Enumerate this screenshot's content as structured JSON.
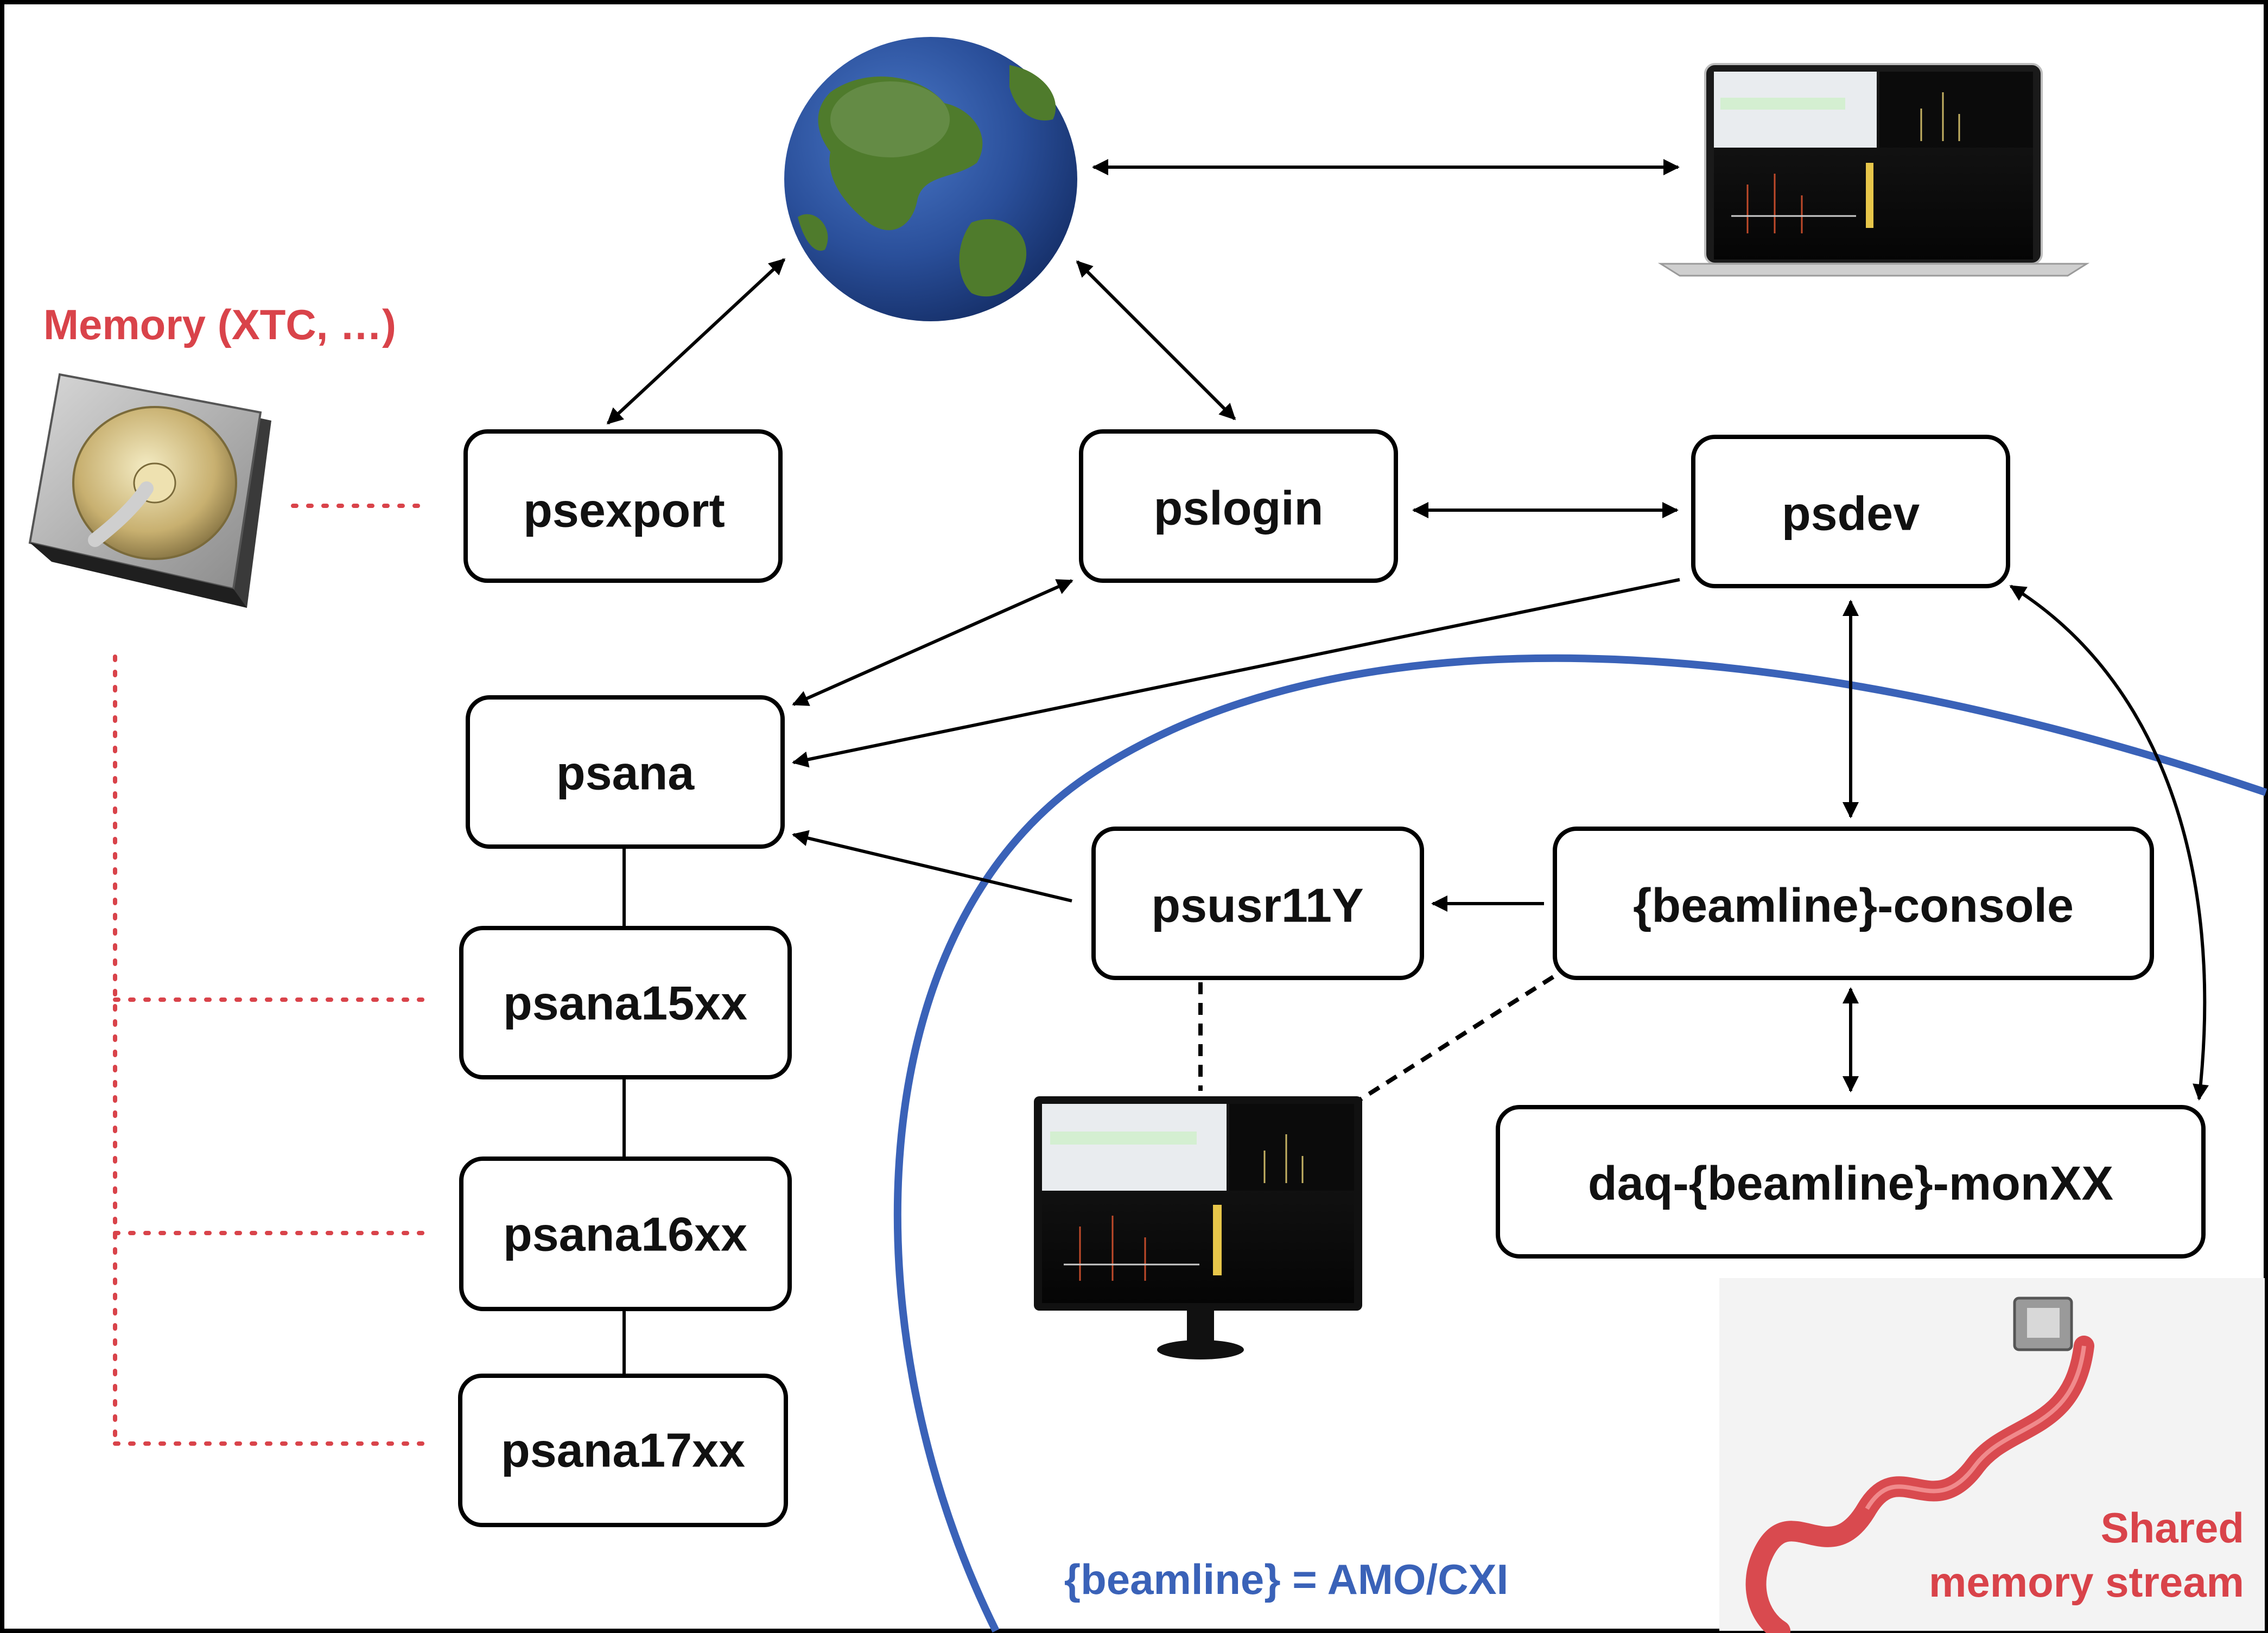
{
  "diagram": {
    "colors": {
      "border": "#000000",
      "node_stroke": "#000000",
      "node_text": "#111111",
      "red": "#d9434a",
      "blue": "#3a62b8",
      "globe_ocean": "#2a4f9a",
      "globe_land": "#4f7b2c"
    },
    "nodes": {
      "psexport": "psexport",
      "pslogin": "pslogin",
      "psdev": "psdev",
      "psana": "psana",
      "psana15xx": "psana15xx",
      "psana16xx": "psana16xx",
      "psana17xx": "psana17xx",
      "psusr11Y": "psusr11Y",
      "beamline_console": "{beamline}-console",
      "daq_monXX": "daq-{beamline}-monXX"
    },
    "labels": {
      "memory": "Memory (XTC, …)",
      "beamline_note": "{beamline} = AMO/CXI",
      "shared_line1": "Shared",
      "shared_line2": "memory stream"
    },
    "icons": {
      "globe": "globe-icon",
      "laptop": "laptop-icon",
      "hard_disk": "hard-disk-icon",
      "monitor": "monitor-icon",
      "cable": "sata-cable-icon"
    }
  }
}
